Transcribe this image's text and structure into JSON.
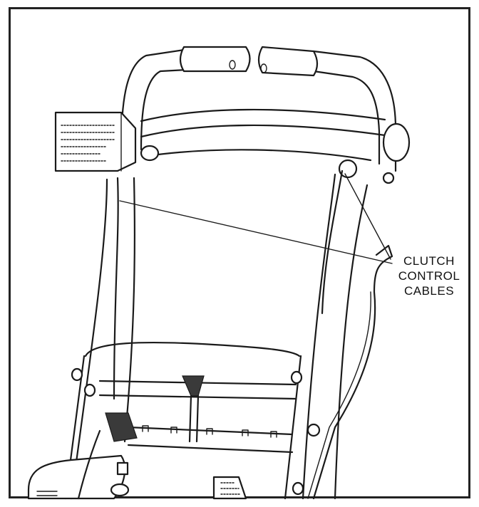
{
  "figure": {
    "callout": {
      "line1": "CLUTCH",
      "line2": "CONTROL",
      "line3": "CABLES"
    }
  }
}
